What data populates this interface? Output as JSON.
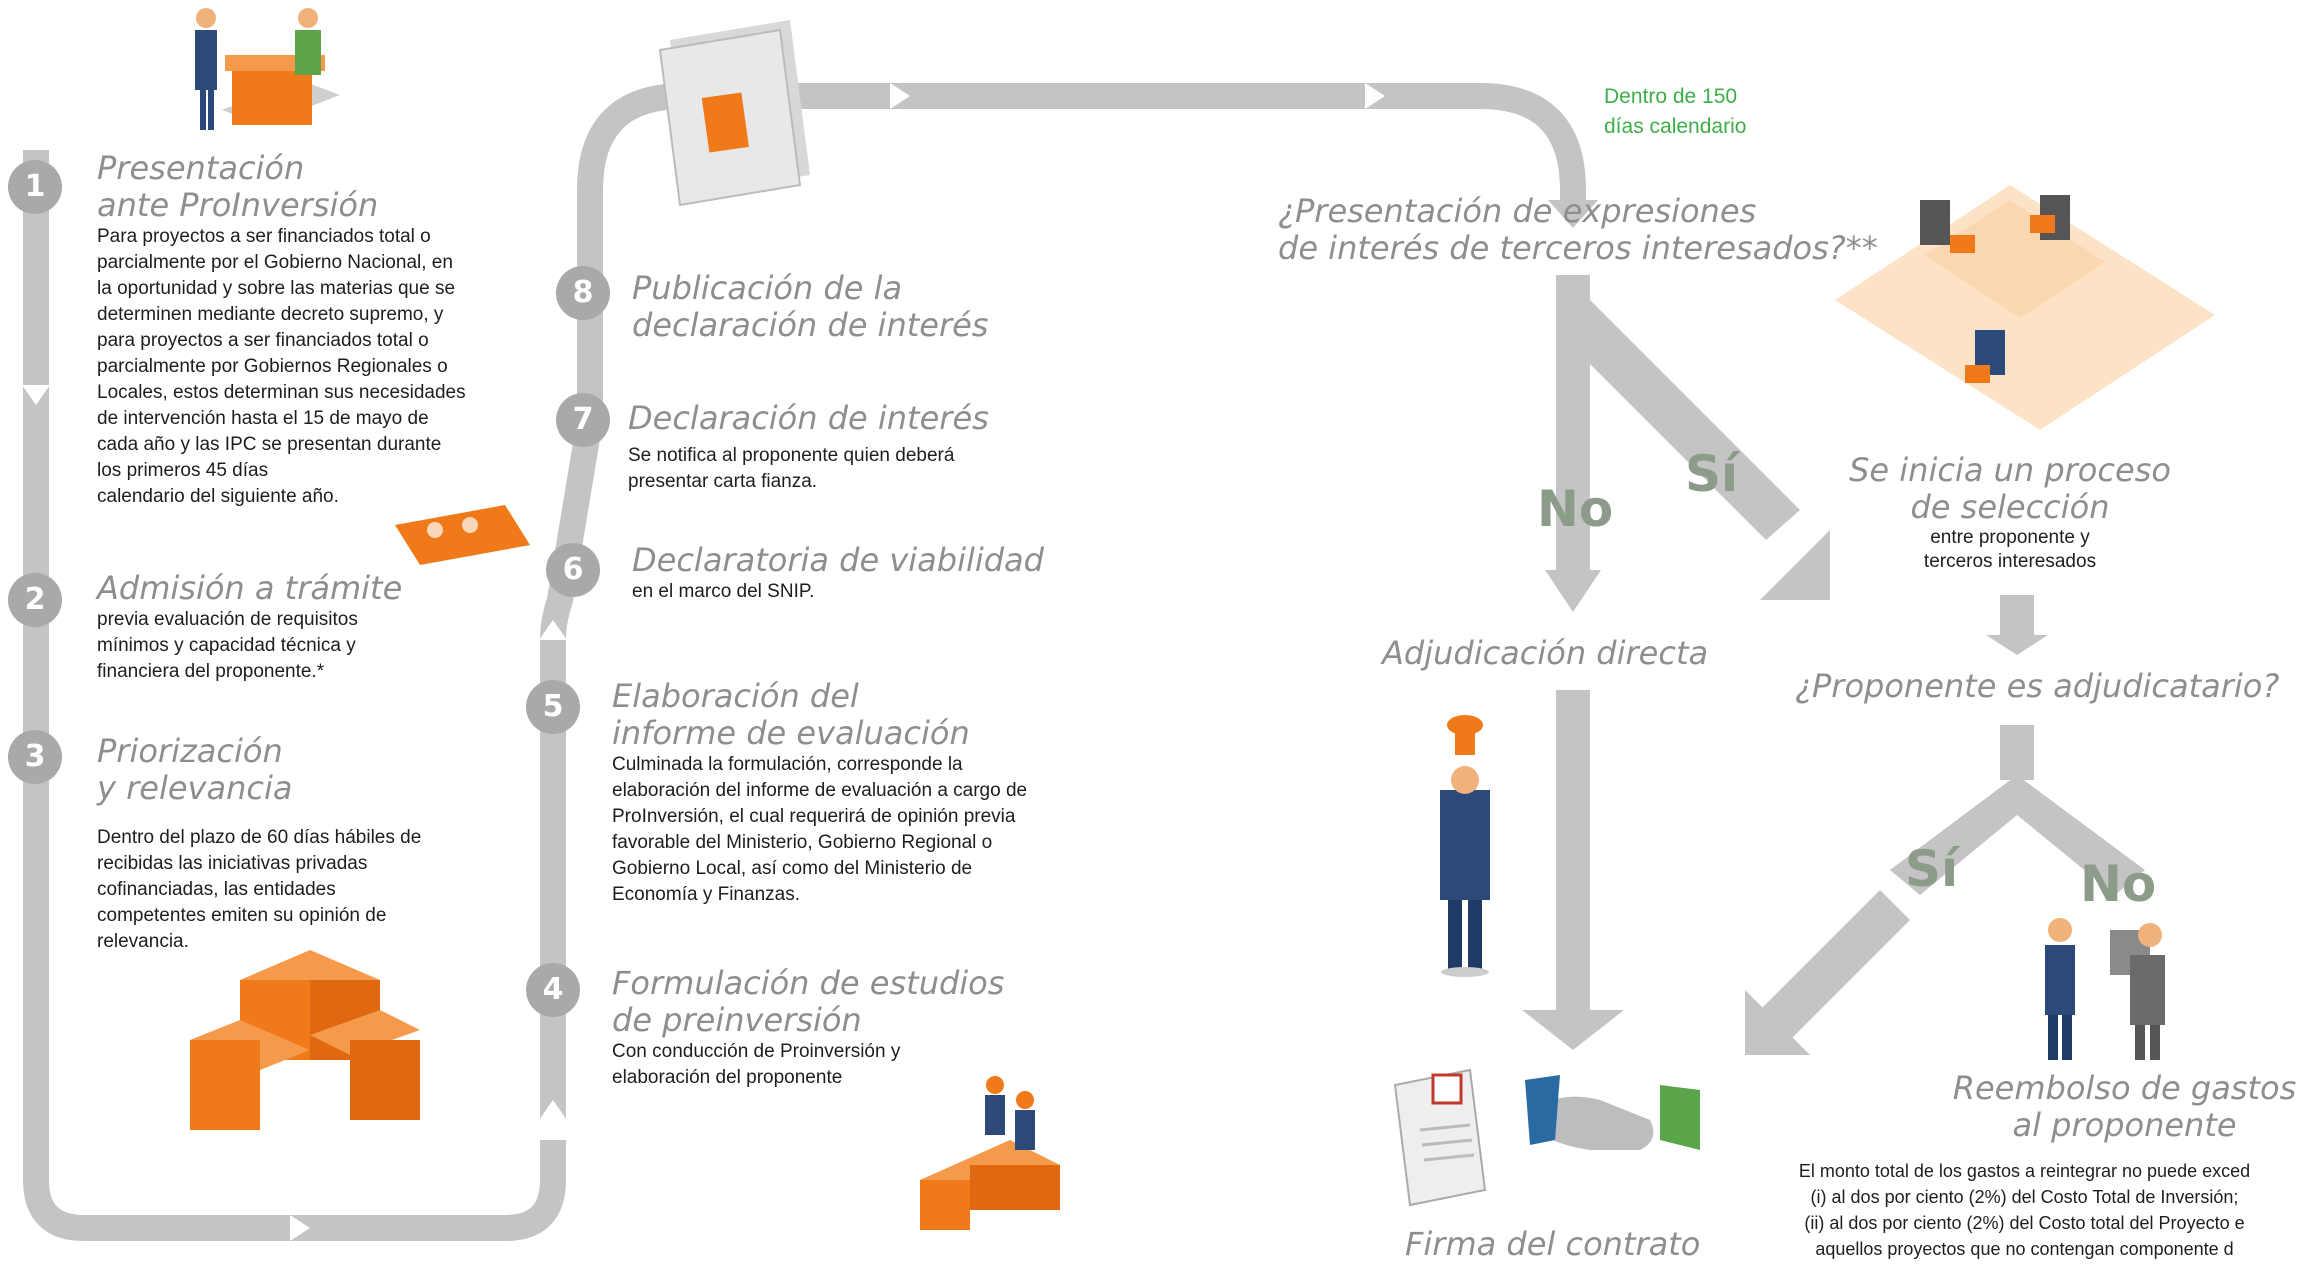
{
  "steps": {
    "s1": {
      "num": "1",
      "title_l1": "Presentación",
      "title_l2": "ante ProInversión",
      "body": [
        "Para proyectos a ser financiados total o",
        "parcialmente por el Gobierno Nacional,  en",
        "la oportunidad y sobre las materias que se",
        "determinen mediante decreto supremo, y",
        "para proyectos a ser financiados total o",
        "parcialmente por Gobiernos Regionales o",
        "Locales, estos determinan sus necesidades",
        "de intervención hasta el 15 de mayo de",
        "cada año y las IPC se presentan durante",
        "los primeros 45 días",
        "calendario del siguiente año."
      ]
    },
    "s2": {
      "num": "2",
      "title": "Admisión a trámite",
      "body": [
        "previa evaluación de requisitos",
        "mínimos y capacidad técnica y",
        "financiera del proponente.*"
      ]
    },
    "s3": {
      "num": "3",
      "title_l1": "Priorización",
      "title_l2": "y relevancia",
      "body": [
        "Dentro del plazo de 60 días hábiles de",
        "recibidas las iniciativas privadas",
        "cofinanciadas, las entidades",
        "competentes emiten su opinión de",
        "relevancia."
      ]
    },
    "s4": {
      "num": "4",
      "title_l1": "Formulación de estudios",
      "title_l2": "de preinversión",
      "body": [
        "Con conducción de Proinversión y",
        "elaboración del proponente"
      ]
    },
    "s5": {
      "num": "5",
      "title_l1": "Elaboración del",
      "title_l2": "informe de evaluación",
      "body": [
        "Culminada la formulación, corresponde la",
        "elaboración del informe de evaluación a cargo de",
        "ProInversión, el cual requerirá de opinión previa",
        "favorable del Ministerio, Gobierno Regional o",
        "Gobierno Local, así como del Ministerio de",
        "Economía y Finanzas."
      ]
    },
    "s6": {
      "num": "6",
      "title": "Declaratoria de viabilidad",
      "body": [
        "en el marco del SNIP."
      ]
    },
    "s7": {
      "num": "7",
      "title": "Declaración de interés",
      "body": [
        "Se notifica al proponente quien deberá",
        "presentar carta fianza."
      ]
    },
    "s8": {
      "num": "8",
      "title_l1": "Publicación de la",
      "title_l2": "declaración de interés"
    }
  },
  "deadline": {
    "l1": "Dentro de 150",
    "l2": "días calendario"
  },
  "question1": {
    "l1": "¿Presentación de expresiones",
    "l2": "de interés de terceros interesados?**"
  },
  "branch1": {
    "no": "No",
    "si": "Sí"
  },
  "direct_award": "Adjudicación directa",
  "selection": {
    "l1": "Se inicia un proceso",
    "l2": "de selección",
    "sub1": "entre proponente y",
    "sub2": "terceros interesados"
  },
  "question2": "¿Proponente es adjudicatario?",
  "branch2": {
    "si": "Sí",
    "no": "No"
  },
  "reimbursement": {
    "l1": "Reembolso de gastos",
    "l2": "al proponente",
    "body": [
      "El monto total de los gastos a reintegrar no puede exced",
      "(i) al dos por ciento (2%) del Costo Total de Inversión; ",
      "(ii) al dos por ciento (2%) del Costo total del Proyecto e",
      "aquellos proyectos que no contengan componente d"
    ]
  },
  "contract": "Firma del contrato",
  "colors": {
    "arrow": "#c4c4c4",
    "accent": "#f07a1a",
    "title": "#8e8e8e",
    "green": "#3fae49",
    "badge": "#a9a9a9"
  }
}
